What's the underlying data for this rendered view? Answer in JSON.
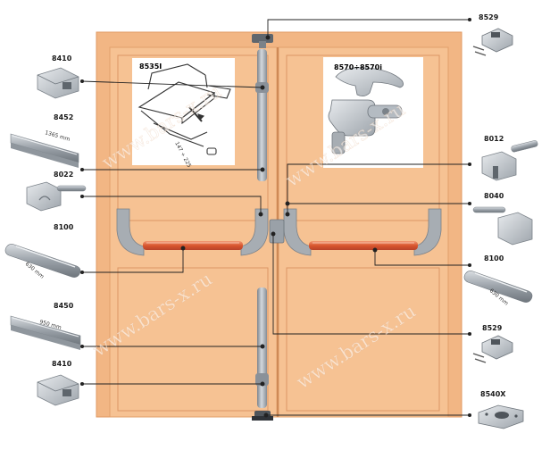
{
  "parts": {
    "l1": {
      "code": "8410"
    },
    "l2": {
      "code": "8452",
      "length": "1365 mm"
    },
    "l3": {
      "code": "8022"
    },
    "l4": {
      "code": "8100",
      "length": "630 mm"
    },
    "l5": {
      "code": "8450",
      "length": "950 mm"
    },
    "l6": {
      "code": "8410"
    },
    "r1": {
      "code": "8529"
    },
    "r2": {
      "code": "8012"
    },
    "r3": {
      "code": "8040"
    },
    "r4": {
      "code": "8100",
      "length": "630 mm"
    },
    "r5": {
      "code": "8529"
    },
    "r6": {
      "code": "8540X"
    }
  },
  "insets": {
    "left": {
      "label": "8535I",
      "dimension": "147 ÷ 225"
    },
    "right": {
      "label": "8570÷8570i"
    }
  },
  "watermark": "www.bars-x.ru",
  "colors": {
    "door": "#f6c293",
    "frame": "#e8a875",
    "panel_line": "#d98f5a",
    "metal": "#a9afb6",
    "bar": "#e06a45",
    "leader": "#222222"
  }
}
